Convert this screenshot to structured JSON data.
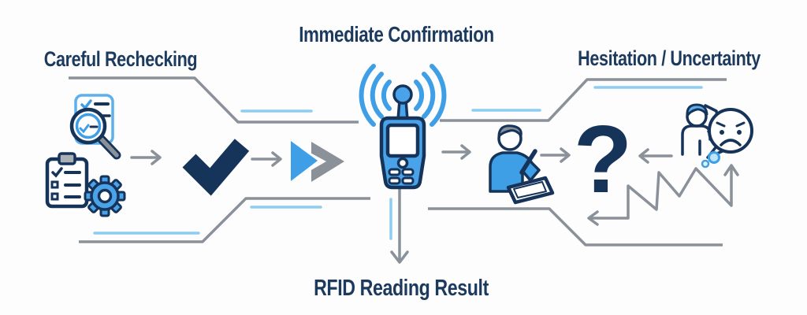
{
  "diagram": {
    "stages": [
      {
        "id": "careful-rechecking",
        "label": "Careful Rechecking"
      },
      {
        "id": "immediate-confirmation",
        "label": "Immediate Confirmation"
      },
      {
        "id": "hesitation-uncertainty",
        "label": "Hesitation / Uncertainty"
      }
    ],
    "result_label": "RFID Reading Result",
    "question_mark_glyph": "?",
    "icons": [
      "document-checklist-magnifier-icon",
      "clipboard-checklist-icon",
      "gear-icon",
      "checkmark-icon",
      "fast-forward-icon",
      "rfid-reader-icon",
      "signal-waves-icon",
      "person-writing-icon",
      "question-mark-icon",
      "person-confused-icon",
      "sad-face-speech-bubble-icon",
      "zigzag-feedback-line",
      "down-arrow-to-result"
    ],
    "palette": {
      "navy": "#16345a",
      "text_navy": "#1c3a5e",
      "blue": "#3f9fe6",
      "sky_blue": "#5db0ec",
      "pale_blue": "#8ecdf2",
      "line_gray": "#8a9199",
      "clip_gray": "#aab0b6",
      "background": "#fdfdfe"
    }
  }
}
